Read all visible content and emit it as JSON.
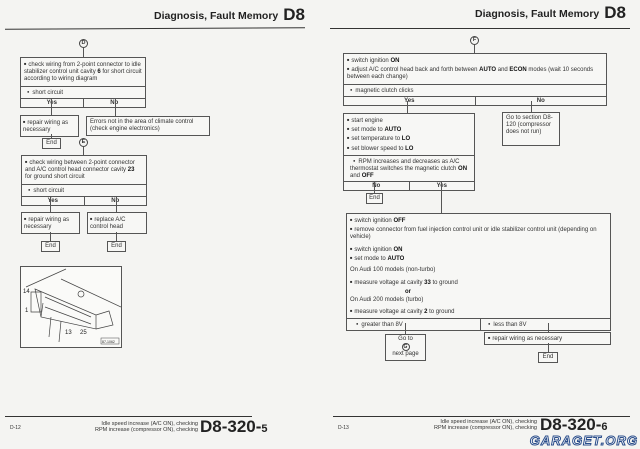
{
  "left_page": {
    "header": {
      "title": "Diagnosis, Fault Memory",
      "section": "D8"
    },
    "connector_d": "D",
    "box1": {
      "line1": "check wiring from 2-point connector to idle stabilizer control unit cavity ",
      "cavity": "6",
      "line2": " for short circuit according to wiring diagram",
      "condition": "short circuit",
      "yes": "Yes",
      "no": "No"
    },
    "repair1": "repair wiring as necessary",
    "errors": "Errors not in the area of climate control (check engine electronics)",
    "end": "End",
    "connector_e": "E",
    "box2": {
      "line1": "check wiring between 2-point connector and A/C control head connector cavity ",
      "cavity": "23",
      "line2": " for ground short circuit",
      "condition": "short circuit",
      "yes": "Yes",
      "no": "No"
    },
    "repair2": "repair wiring as necessary",
    "replace": "replace A/C control head",
    "figure": {
      "label_14": "14",
      "label_1": "1",
      "label_13": "13",
      "label_25": "25",
      "ref": "87-1062"
    },
    "footer": {
      "page": "D-12",
      "line1": "Idle speed increase (A/C ON), checking",
      "line2": "RPM increase (compressor ON), checking",
      "code": "D8-320-",
      "code_sub": "5"
    }
  },
  "right_page": {
    "header": {
      "title": "Diagnosis, Fault Memory",
      "section": "D8"
    },
    "connector_f": "F",
    "box3": {
      "s1_pre": "switch ignition ",
      "s1_b": "ON",
      "s2_pre": "adjust A/C control head back and forth between ",
      "s2_b1": "AUTO",
      "s2_mid": " and ",
      "s2_b2": "ECON",
      "s2_post": " modes (wait 10 seconds between each change)",
      "condition": "magnetic clutch clicks",
      "yes": "Yes",
      "no": "No"
    },
    "goto_section": "Go to section D8-120 (compressor does not run)",
    "box4": {
      "s1": "start engine",
      "s2_pre": "set mode to ",
      "s2_b": "AUTO",
      "s3_pre": "set temperature to ",
      "s3_b": "LO",
      "s4_pre": "set blower speed to ",
      "s4_b": "LO",
      "cond_pre": "RPM increases and decreases as A/C thermostat switches the magnetic clutch ",
      "cond_b1": "ON",
      "cond_mid": " and ",
      "cond_b2": "OFF",
      "no": "No",
      "yes": "Yes"
    },
    "end": "End",
    "box5": {
      "s1_pre": "switch ignition ",
      "s1_b": "OFF",
      "s2": "remove connector from fuel injection control unit or idle stabilizer control unit (depending on vehicle)",
      "s3_pre": "switch ignition ",
      "s3_b": "ON",
      "s4_pre": "set mode to ",
      "s4_b": "AUTO",
      "audi100": "On Audi 100 models (non-turbo)",
      "m1_pre": "measure voltage at cavity ",
      "m1_b": "33",
      "m1_post": " to ground",
      "or": "or",
      "audi200": "On Audi 200 models (turbo)",
      "m2_pre": "measure voltage at cavity ",
      "m2_b": "2",
      "m2_post": " to ground",
      "greater": "greater than 8V",
      "less": "less than 8V"
    },
    "goto_next": {
      "pre": "Go to",
      "connector": "G",
      "post": "next page"
    },
    "repair": "repair wiring as necessary",
    "footer": {
      "page": "D-13",
      "line1": "Idle speed increase (A/C ON), checking",
      "line2": "RPM increase (compressor ON), checking",
      "code": "D8-320-",
      "code_sub": "6"
    },
    "watermark": "GARAGET.ORG"
  }
}
